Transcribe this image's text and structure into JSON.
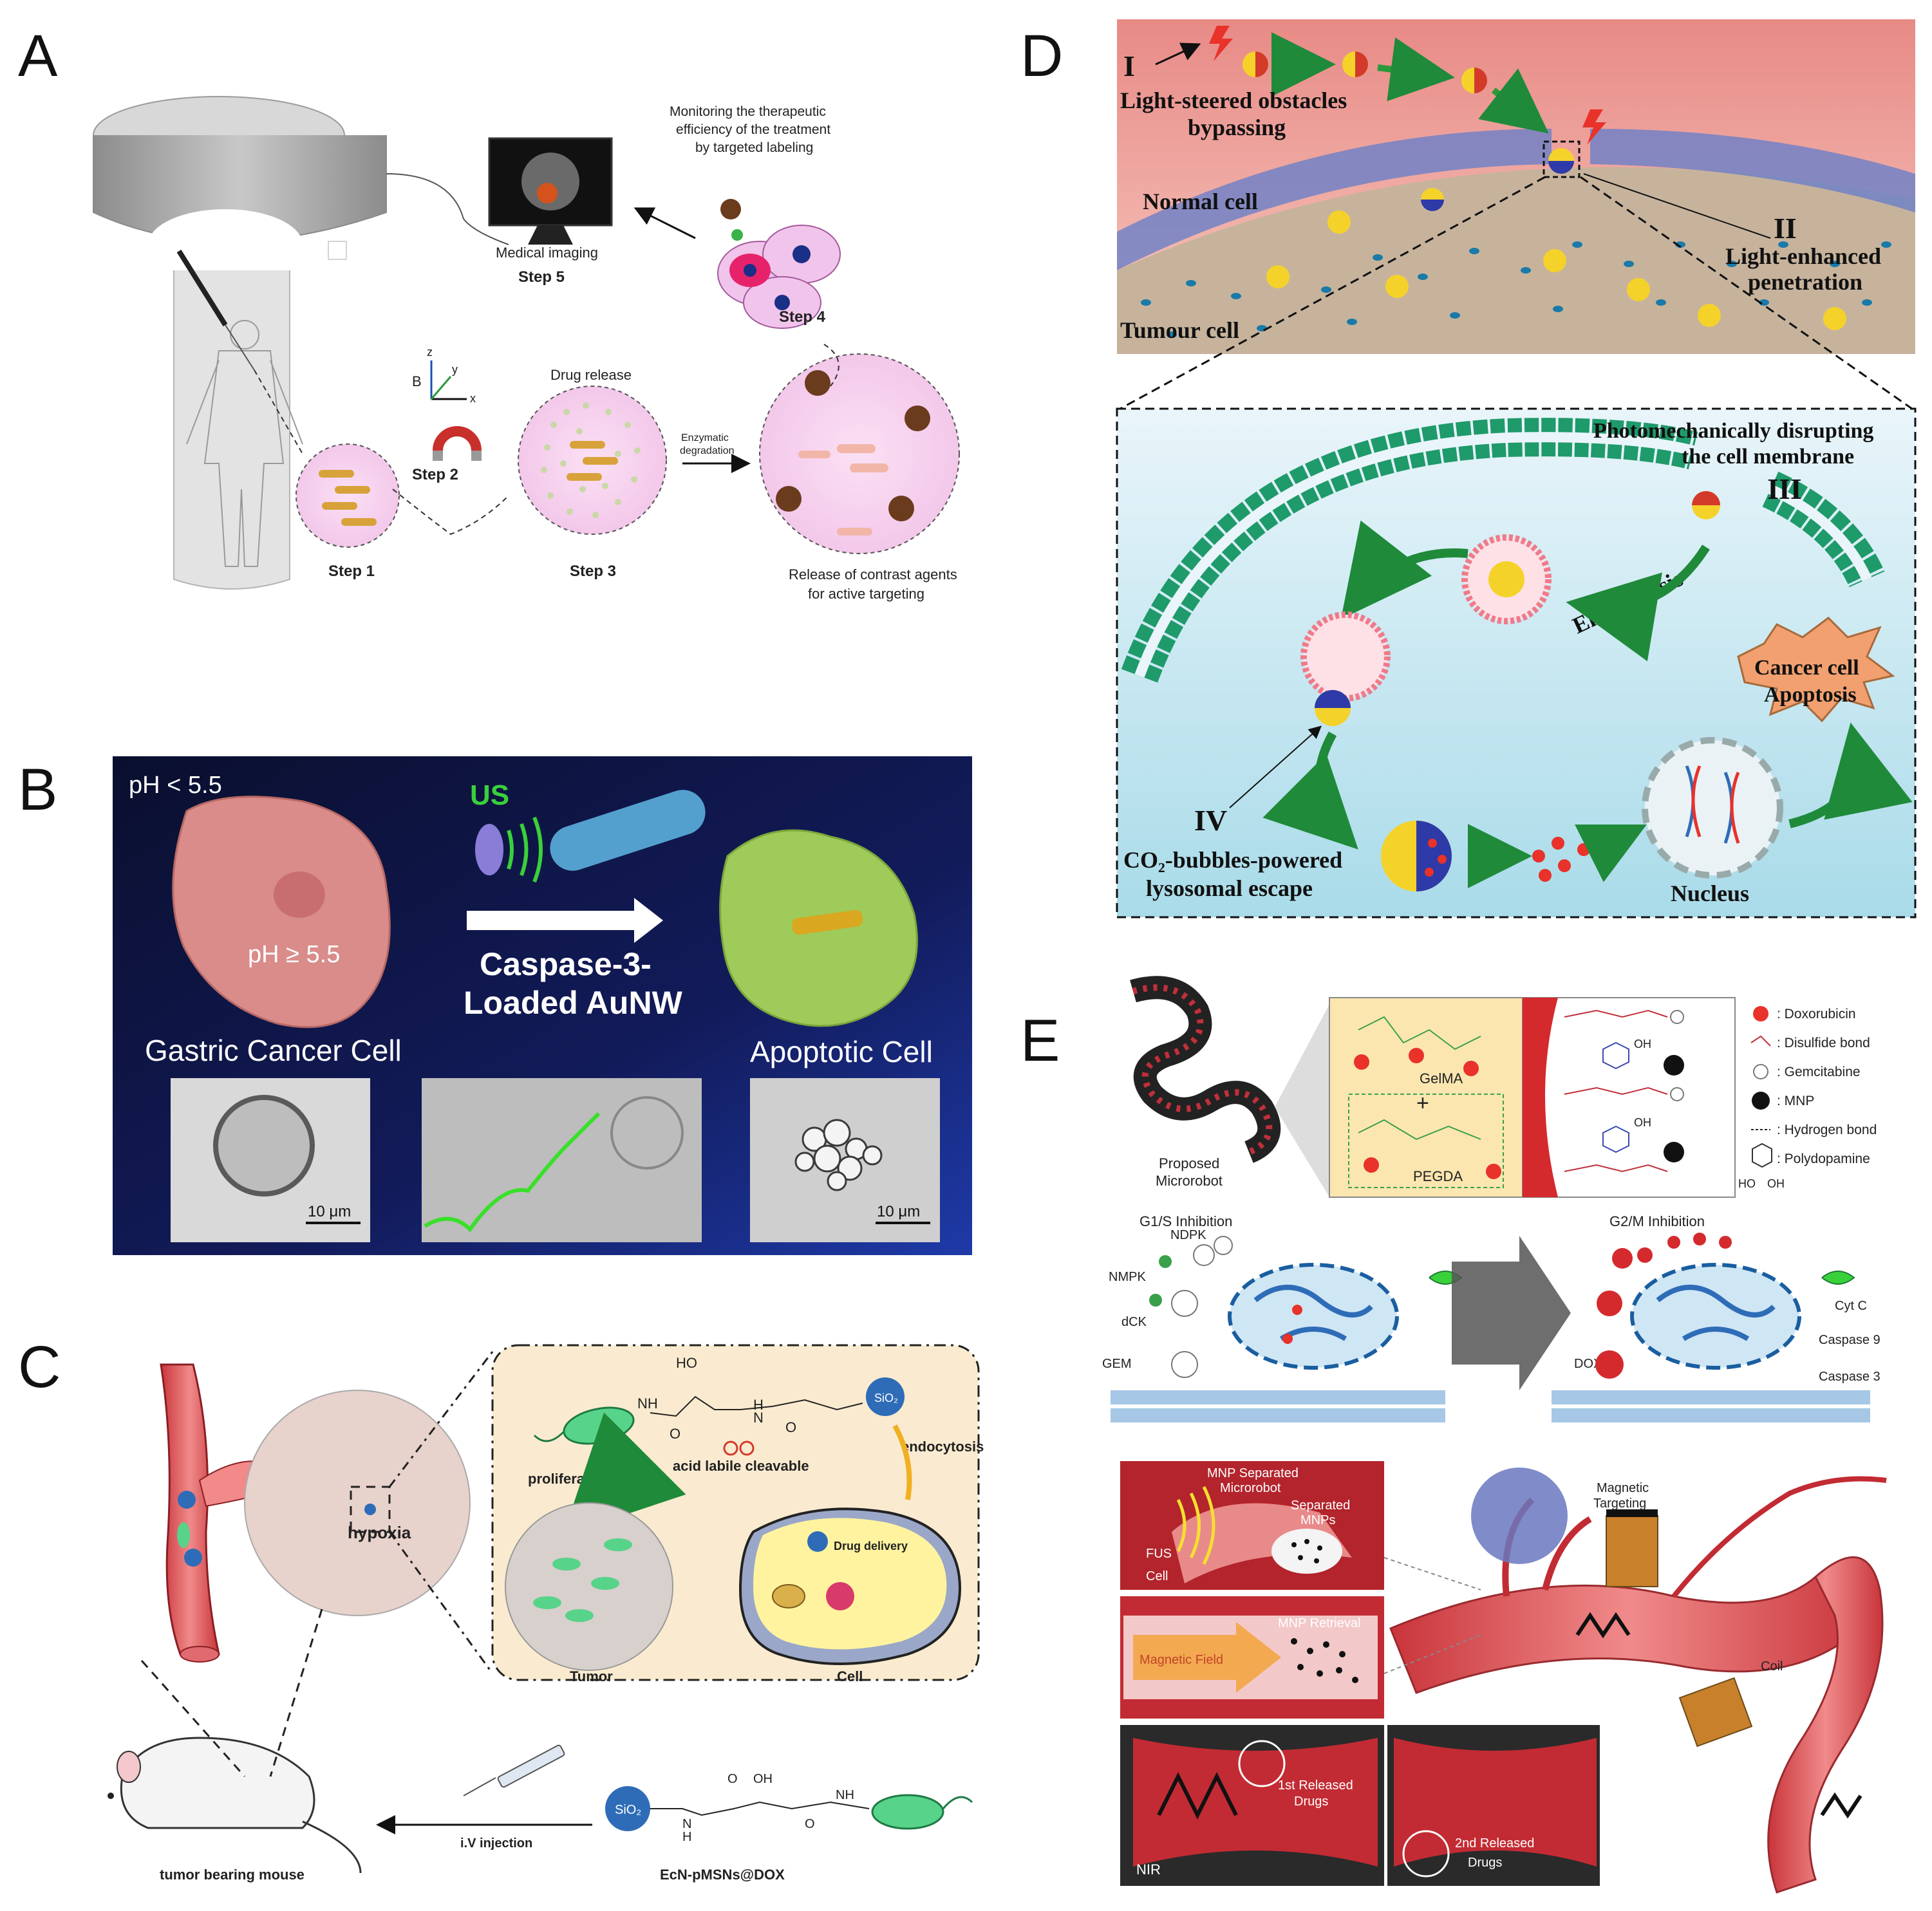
{
  "panels": {
    "A": {
      "letter": "A",
      "monitoring_lines": [
        "Monitoring the therapeutic",
        "efficiency of the treatment",
        "by targeted labeling"
      ],
      "medical_imaging": "Medical imaging",
      "step5": "Step 5",
      "step4": "Step 4",
      "step1": "Step 1",
      "step2": "Step 2",
      "step3": "Step 3",
      "drug_release": "Drug release",
      "enzymatic": "Enzymatic",
      "degradation": "degradation",
      "release_lines": [
        "Release of contrast agents",
        "for active targeting"
      ],
      "axis_b": "B",
      "axis_x": "x",
      "axis_y": "y",
      "axis_z": "z"
    },
    "B": {
      "letter": "B",
      "ph_outer": "pH < 5.5",
      "ph_inner": "pH ≥ 5.5",
      "us": "US",
      "caspase_line1": "Caspase-3-",
      "caspase_line2": "Loaded AuNW",
      "gastric": "Gastric Cancer Cell",
      "apoptotic": "Apoptotic Cell",
      "scale1": "10 μm",
      "scale2": "10 μm",
      "colors": {
        "background": "#0f1642",
        "us": "#39d13a",
        "arrow": "#ffffff"
      }
    },
    "C": {
      "letter": "C",
      "acid_label": "acid labile cleavable",
      "proliferation": "proliferation",
      "endocytosis": "endocytosis",
      "drug_delivery": "Drug delivery",
      "hypoxia": "hypoxia",
      "tumor": "Tumor",
      "cell": "Cell",
      "iv_injection": "i.V injection",
      "mouse": "tumor bearing mouse",
      "product": "EcN-pMSNs@DOX",
      "sio2": "SiO₂",
      "ho": "HO",
      "oh": "OH",
      "o": "O",
      "nh": "NH",
      "n": "N",
      "h": "H"
    },
    "D": {
      "letter": "D",
      "roman1": "I",
      "roman2": "II",
      "roman3": "III",
      "roman4": "IV",
      "light_steered": "Light-steered  obstacles",
      "bypassing": "bypassing",
      "normal_cell": "Normal cell",
      "tumour_cell": "Tumour cell",
      "light_enhanced": "Light-enhanced",
      "penetration": "penetration",
      "photomech1": "Photomechanically disrupting",
      "photomech2": "the cell membrane",
      "endocytosis": "Endocytosis",
      "cancer1": "Cancer cell",
      "cancer2": "Apoptosis",
      "co2_1": "CO₂-bubbles-powered",
      "co2_2": "lysosomal escape",
      "nucleus": "Nucleus"
    },
    "E": {
      "letter": "E",
      "proposed": "Proposed",
      "microrobot": "Microrobot",
      "gelma": "GelMA",
      "pegda": "PEGDA",
      "plus": "+",
      "legend": [
        {
          "symbol": "red-sphere",
          "label": ": Doxorubicin"
        },
        {
          "symbol": "disulfide",
          "label": ": Disulfide bond"
        },
        {
          "symbol": "white-sphere",
          "label": ": Gemcitabine"
        },
        {
          "symbol": "black-sphere",
          "label": ": MNP"
        },
        {
          "symbol": "dashed-line",
          "label": ": Hydrogen bond"
        },
        {
          "symbol": "catechol",
          "label": ": Polydopamine"
        }
      ],
      "ho": "HO",
      "oh": "OH",
      "g1s": "G1/S Inhibition",
      "g2m": "G2/M Inhibition",
      "ndpk": "NDPK",
      "nmpk": "NMPK",
      "dck": "dCK",
      "gem": "GEM",
      "dox": "DOX",
      "cytc": "Cyt C",
      "casp9": "Caspase 9",
      "casp3": "Caspase 3",
      "mnp_sep": "MNP Separated",
      "microrobot2": "Microrobot",
      "separated": "Separated",
      "mnps": "MNPs",
      "fus": "FUS",
      "cell": "Cell",
      "mnp_retrieval": "MNP Retrieval",
      "magnetic_field": "Magnetic Field",
      "released1": "1st Released",
      "drugs1": "Drugs",
      "released2": "2nd Released",
      "drugs2": "Drugs",
      "nir": "NIR",
      "magnetic": "Magnetic",
      "targeting": "Targeting",
      "coil": "Coil"
    }
  }
}
